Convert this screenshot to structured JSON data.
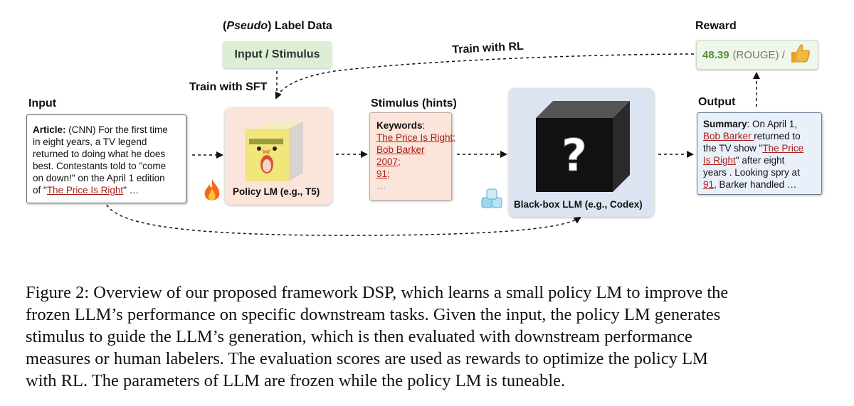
{
  "labels": {
    "pseudo_prefix": "(",
    "pseudo_word": "Pseudo",
    "pseudo_suffix": ") Label Data",
    "train_sft": "Train with SFT",
    "train_rl": "Train with RL",
    "input": "Input",
    "stimulus_hints": "Stimulus (hints)",
    "reward": "Reward",
    "output": "Output",
    "policy_lm": "Policy LM (e.g., T5)",
    "blackbox_llm": "Black-box LLM (e.g., Codex)"
  },
  "label_box": {
    "text": "Input / Stimulus"
  },
  "reward_box": {
    "score": "48.39",
    "metric": "(ROUGE) /",
    "icon": "thumbs-up-icon"
  },
  "input_box": {
    "lead": "Article:",
    "line1": " (CNN) For the first time",
    "line2": "in eight years, a TV legend",
    "line3": "returned to doing what he does",
    "line4": "best. Contestants told to \"come",
    "line5": "on down!\" on the April 1 edition",
    "line6_pre": "of \"",
    "line6_link": "The Price Is Right",
    "line6_post": "\" …"
  },
  "stimulus_box": {
    "title": "Keywords",
    "colon": ":",
    "kw1": "The Price Is Right;",
    "kw2": "Bob Barker",
    "kw3": "2007;",
    "kw4": "91;",
    "more": "…"
  },
  "output_box": {
    "lead": "Summary",
    "l1": ": On April 1,",
    "l2_link": "Bob Barker ",
    "l2_post": "returned to",
    "l3_pre": "the TV show \"",
    "l3_link": "The Price",
    "l4_link": "Is Right",
    "l4_post": "\" after eight",
    "l5": "years . Looking spry at",
    "l6_link": "91",
    "l6_post": ", Barker handled …"
  },
  "caption": {
    "line1": "Figure 2: Overview of our proposed framework DSP, which learns a small policy LM to improve the",
    "line2": "frozen LLM’s performance on specific downstream tasks. Given the input, the policy LM generates",
    "line3": "stimulus to guide the LLM’s generation, which is then evaluated with downstream performance",
    "line4": "measures or human labelers. The evaluation scores are used as rewards to optimize the policy LM",
    "line5": "with RL. The parameters of LLM are frozen while the policy LM is tuneable."
  },
  "colors": {
    "label_green": "#dcefd4",
    "policy_peach": "#fbe5da",
    "llm_blue": "#dce3f1",
    "link_red": "#a8201a",
    "score_green": "#5b8c3a"
  }
}
